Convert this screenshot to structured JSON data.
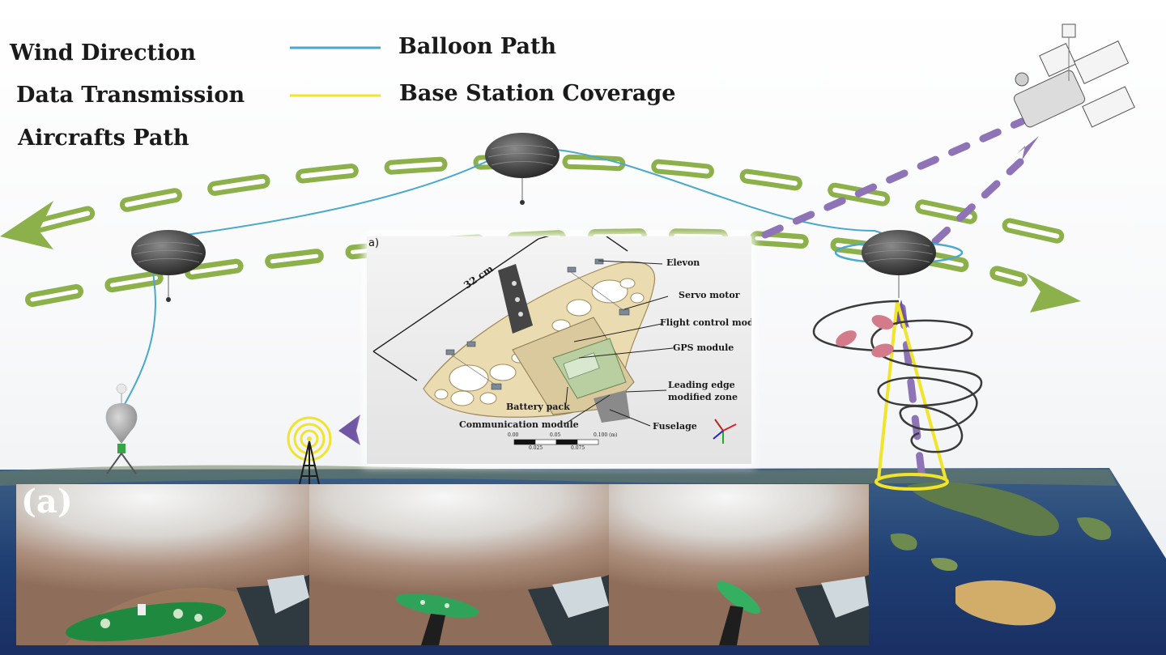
{
  "legend": {
    "wind_direction": "Wind Direction",
    "data_transmission": "Data Transmission",
    "aircrafts_path": "Aircrafts Path",
    "balloon_path": "Balloon Path",
    "base_station_coverage": "Base Station Coverage"
  },
  "colors": {
    "balloon_path": "#4aa8cf",
    "base_station_coverage": "#f2e42a",
    "wind_direction": "#8db14a",
    "data_transmission": "#8e74b6",
    "aircraft_path": "#3a3a3a"
  },
  "inset": {
    "panel_letter": "a)",
    "dimension": "32 cm",
    "labels": {
      "elevon": "Elevon",
      "servo_motor": "Servo motor",
      "flight_control_module": "Flight control module",
      "gps_module": "GPS module",
      "leading_edge_line1": "Leading edge",
      "leading_edge_line2": "modified zone",
      "battery_pack": "Battery pack",
      "communication_module": "Communication module",
      "fuselage": "Fuselage"
    },
    "scale_bar": {
      "top_ticks": [
        "0.00",
        "0.05",
        "0.100 (m)"
      ],
      "bottom_ticks": [
        "0.025",
        "0.075"
      ]
    }
  },
  "photos": {
    "panel_letter": "(a)"
  }
}
